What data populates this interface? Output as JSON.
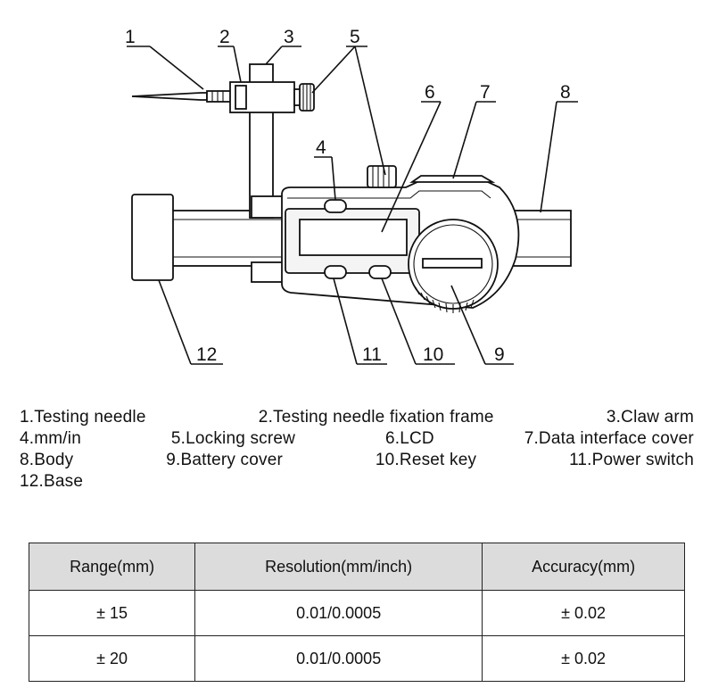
{
  "callouts": [
    "1",
    "2",
    "3",
    "4",
    "5",
    "6",
    "7",
    "8",
    "9",
    "10",
    "11",
    "12"
  ],
  "legend": {
    "rows": [
      [
        "1.Testing needle",
        "2.Testing needle fixation frame",
        "3.Claw arm"
      ],
      [
        "4.mm/in",
        "5.Locking screw",
        "6.LCD",
        "7.Data interface cover"
      ],
      [
        "8.Body",
        "9.Battery cover",
        "10.Reset key",
        "11.Power switch"
      ],
      [
        "12.Base"
      ]
    ]
  },
  "table": {
    "headers": [
      "Range(mm)",
      "Resolution(mm/inch)",
      "Accuracy(mm)"
    ],
    "rows": [
      [
        "± 15",
        "0.01/0.0005",
        "± 0.02"
      ],
      [
        "± 20",
        "0.01/0.0005",
        "± 0.02"
      ]
    ]
  }
}
